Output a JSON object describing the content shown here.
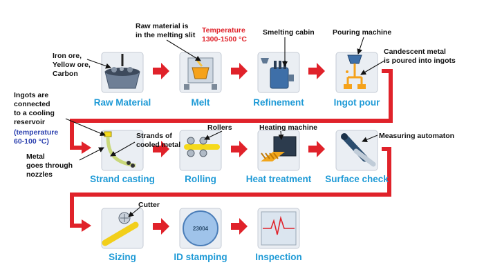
{
  "steps": {
    "raw_material": "Raw Material",
    "melt": "Melt",
    "refinement": "Refinement",
    "ingot_pour": "Ingot pour",
    "strand_casting": "Strand casting",
    "rolling": "Rolling",
    "heat_treatment": "Heat treatment",
    "surface_check": "Surface check",
    "sizing": "Sizing",
    "id_stamping": "ID stamping",
    "inspection": "Inspection"
  },
  "notes": {
    "ores": [
      "Iron ore,",
      "Yellow ore,",
      "Carbon"
    ],
    "melting_slit": [
      "Raw material is",
      "in the melting slit"
    ],
    "temp_melt": [
      "Temperature",
      "1300-1500 °C"
    ],
    "smelting_cabin": "Smelting cabin",
    "pouring_machine": "Pouring machine",
    "candescent": [
      "Candescent metal",
      "is poured into ingots"
    ],
    "ingots_connected": [
      "Ingots are",
      "connected",
      "to a cooling",
      "reservoir"
    ],
    "temp_cool": [
      "(temperature",
      "60-100 °C)"
    ],
    "nozzles": [
      "Metal",
      "goes through",
      "nozzles"
    ],
    "strands": [
      "Strands of",
      "cooled metal"
    ],
    "rollers": "Rollers",
    "heating_machine": "Heating machine",
    "measuring": "Measuring automaton",
    "cutter": "Cutter",
    "stamp_id": "23004"
  },
  "colors": {
    "step_label": "#1e9ad6",
    "flow_arrow": "#e0222a",
    "temp_melt": "#e0222a",
    "temp_cool": "#2a3fae"
  }
}
